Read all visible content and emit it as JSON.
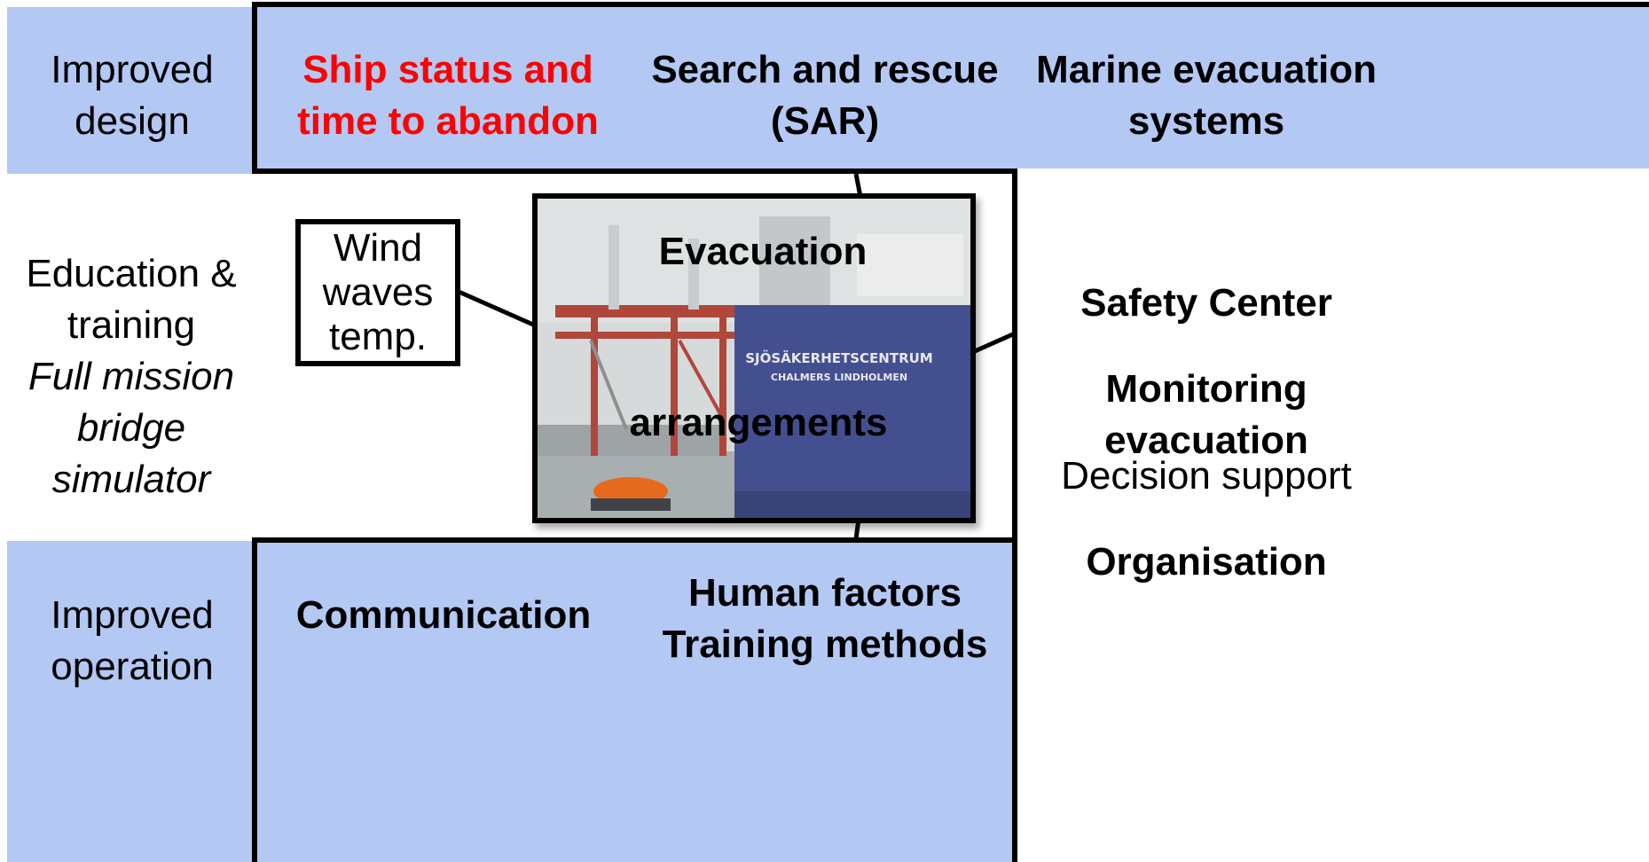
{
  "colors": {
    "band_blue": "#b4c8f4",
    "highlight_red": "#ff0000",
    "border": "#000000"
  },
  "left_column": {
    "top_label": [
      "Improved",
      "design"
    ],
    "middle_label": [
      "Education &",
      "training"
    ],
    "middle_italic": [
      "Full mission",
      "bridge",
      "simulator"
    ],
    "bottom_label": [
      "Improved",
      "operation"
    ]
  },
  "top_row": {
    "ship_status": [
      "Ship status and",
      "time to abandon"
    ],
    "sar": [
      "Search and rescue",
      "(SAR)"
    ],
    "mes": [
      "Marine evacuation",
      "systems"
    ]
  },
  "environment_box": [
    "Wind",
    "waves",
    "temp."
  ],
  "center_photo": {
    "title_top": "Evacuation",
    "title_bottom": "arrangements",
    "photo_sign_line1": "SJÖSÄKERHETSCENTRUM",
    "photo_sign_line2": "CHALMERS LINDHOLMEN"
  },
  "right_panel": {
    "safety_center": "Safety Center",
    "monitoring": [
      "Monitoring",
      "evacuation"
    ],
    "decision_support": "Decision support",
    "organisation": "Organisation"
  },
  "bottom_row": {
    "communication": "Communication",
    "human_factors": [
      "Human factors",
      "Training methods"
    ]
  }
}
